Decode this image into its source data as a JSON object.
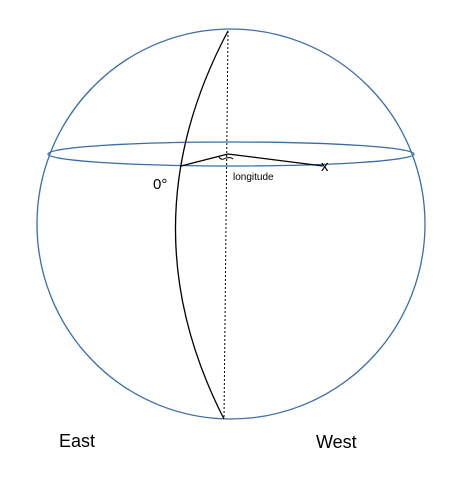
{
  "labels": {
    "prime_meridian": "0°",
    "angle": "longitude",
    "point": "x",
    "left_direction": "East",
    "right_direction": "West"
  },
  "colors": {
    "sphere_outline": "#3a6ea5",
    "line": "#000000",
    "background": "#ffffff"
  }
}
